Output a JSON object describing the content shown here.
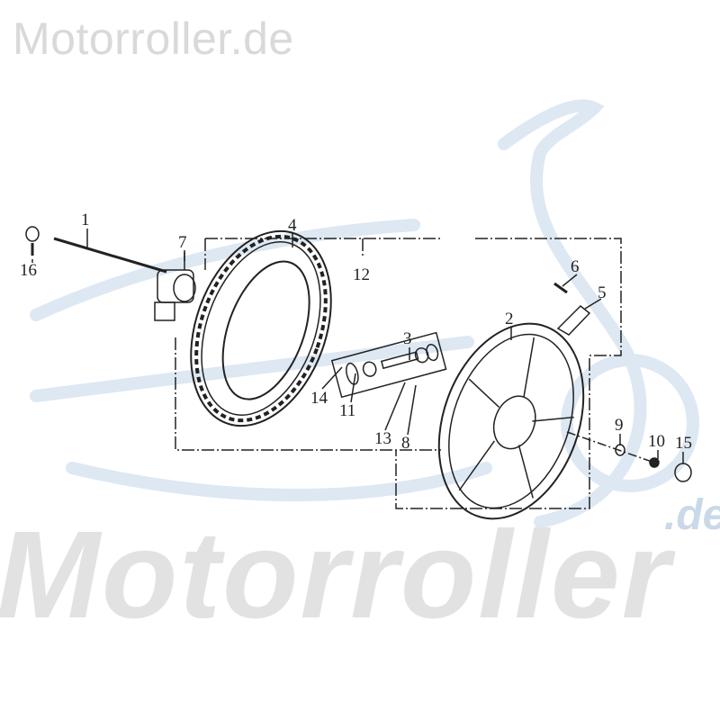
{
  "watermark": {
    "top": "Motorroller.de",
    "bottom": "Motorroller",
    "bottom_suffix": ".de"
  },
  "colors": {
    "line": "#222222",
    "watermark_gray": "#d9d9d9",
    "watermark_blue": "#c9d9ea"
  },
  "callouts": {
    "p1": "1",
    "p2": "2",
    "p3": "3",
    "p4": "4",
    "p5": "5",
    "p6": "6",
    "p7": "7",
    "p8": "8",
    "p9": "9",
    "p10": "10",
    "p11": "11",
    "p12": "12",
    "p13": "13",
    "p14": "14",
    "p15": "15",
    "p16": "16"
  }
}
